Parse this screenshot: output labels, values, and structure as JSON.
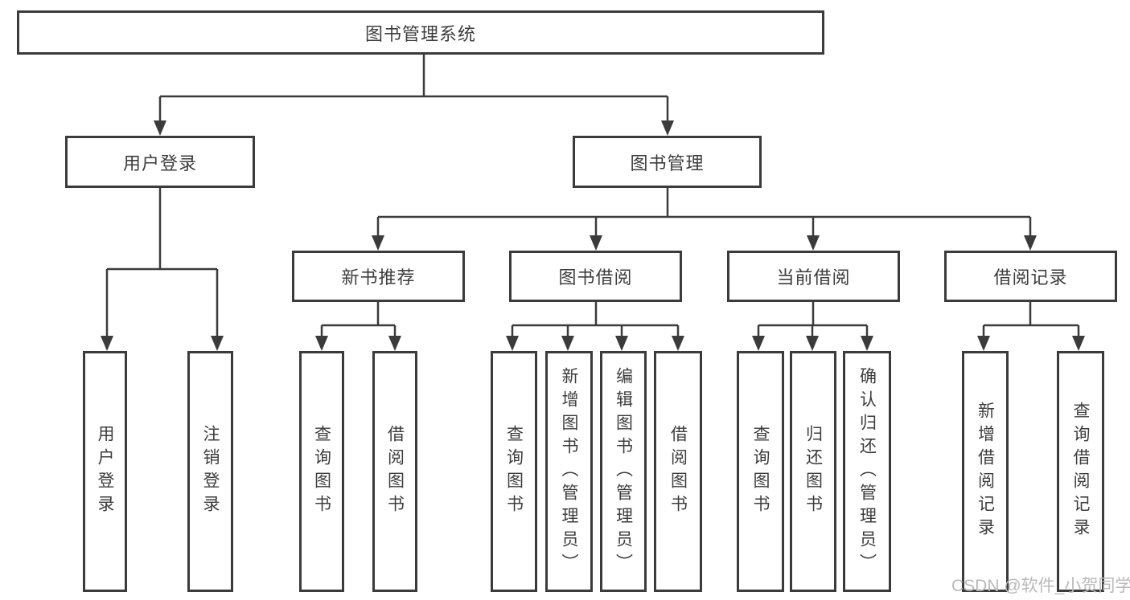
{
  "diagram": {
    "root": {
      "label": "图书管理系统"
    },
    "level2": [
      {
        "label": "用户登录"
      },
      {
        "label": "图书管理"
      }
    ],
    "level3": [
      {
        "label": "新书推荐"
      },
      {
        "label": "图书借阅"
      },
      {
        "label": "当前借阅"
      },
      {
        "label": "借阅记录"
      }
    ],
    "leaves": {
      "user": [
        "用户登录",
        "注销登录"
      ],
      "recommend": [
        "查询图书",
        "借阅图书"
      ],
      "borrow": [
        "查询图书",
        "新增图书（管理员）",
        "编辑图书（管理员）",
        "借阅图书"
      ],
      "current": [
        "查询图书",
        "归还图书",
        "确认归还（管理员）"
      ],
      "records": [
        "新增借阅记录",
        "查询借阅记录"
      ]
    }
  },
  "watermark": {
    "text": "CSDN @软件_小贺同学",
    "color": "#b9b9b9"
  },
  "colors": {
    "line": "#3b3b3b",
    "text": "#3d3d3d",
    "background": "#ffffff"
  }
}
